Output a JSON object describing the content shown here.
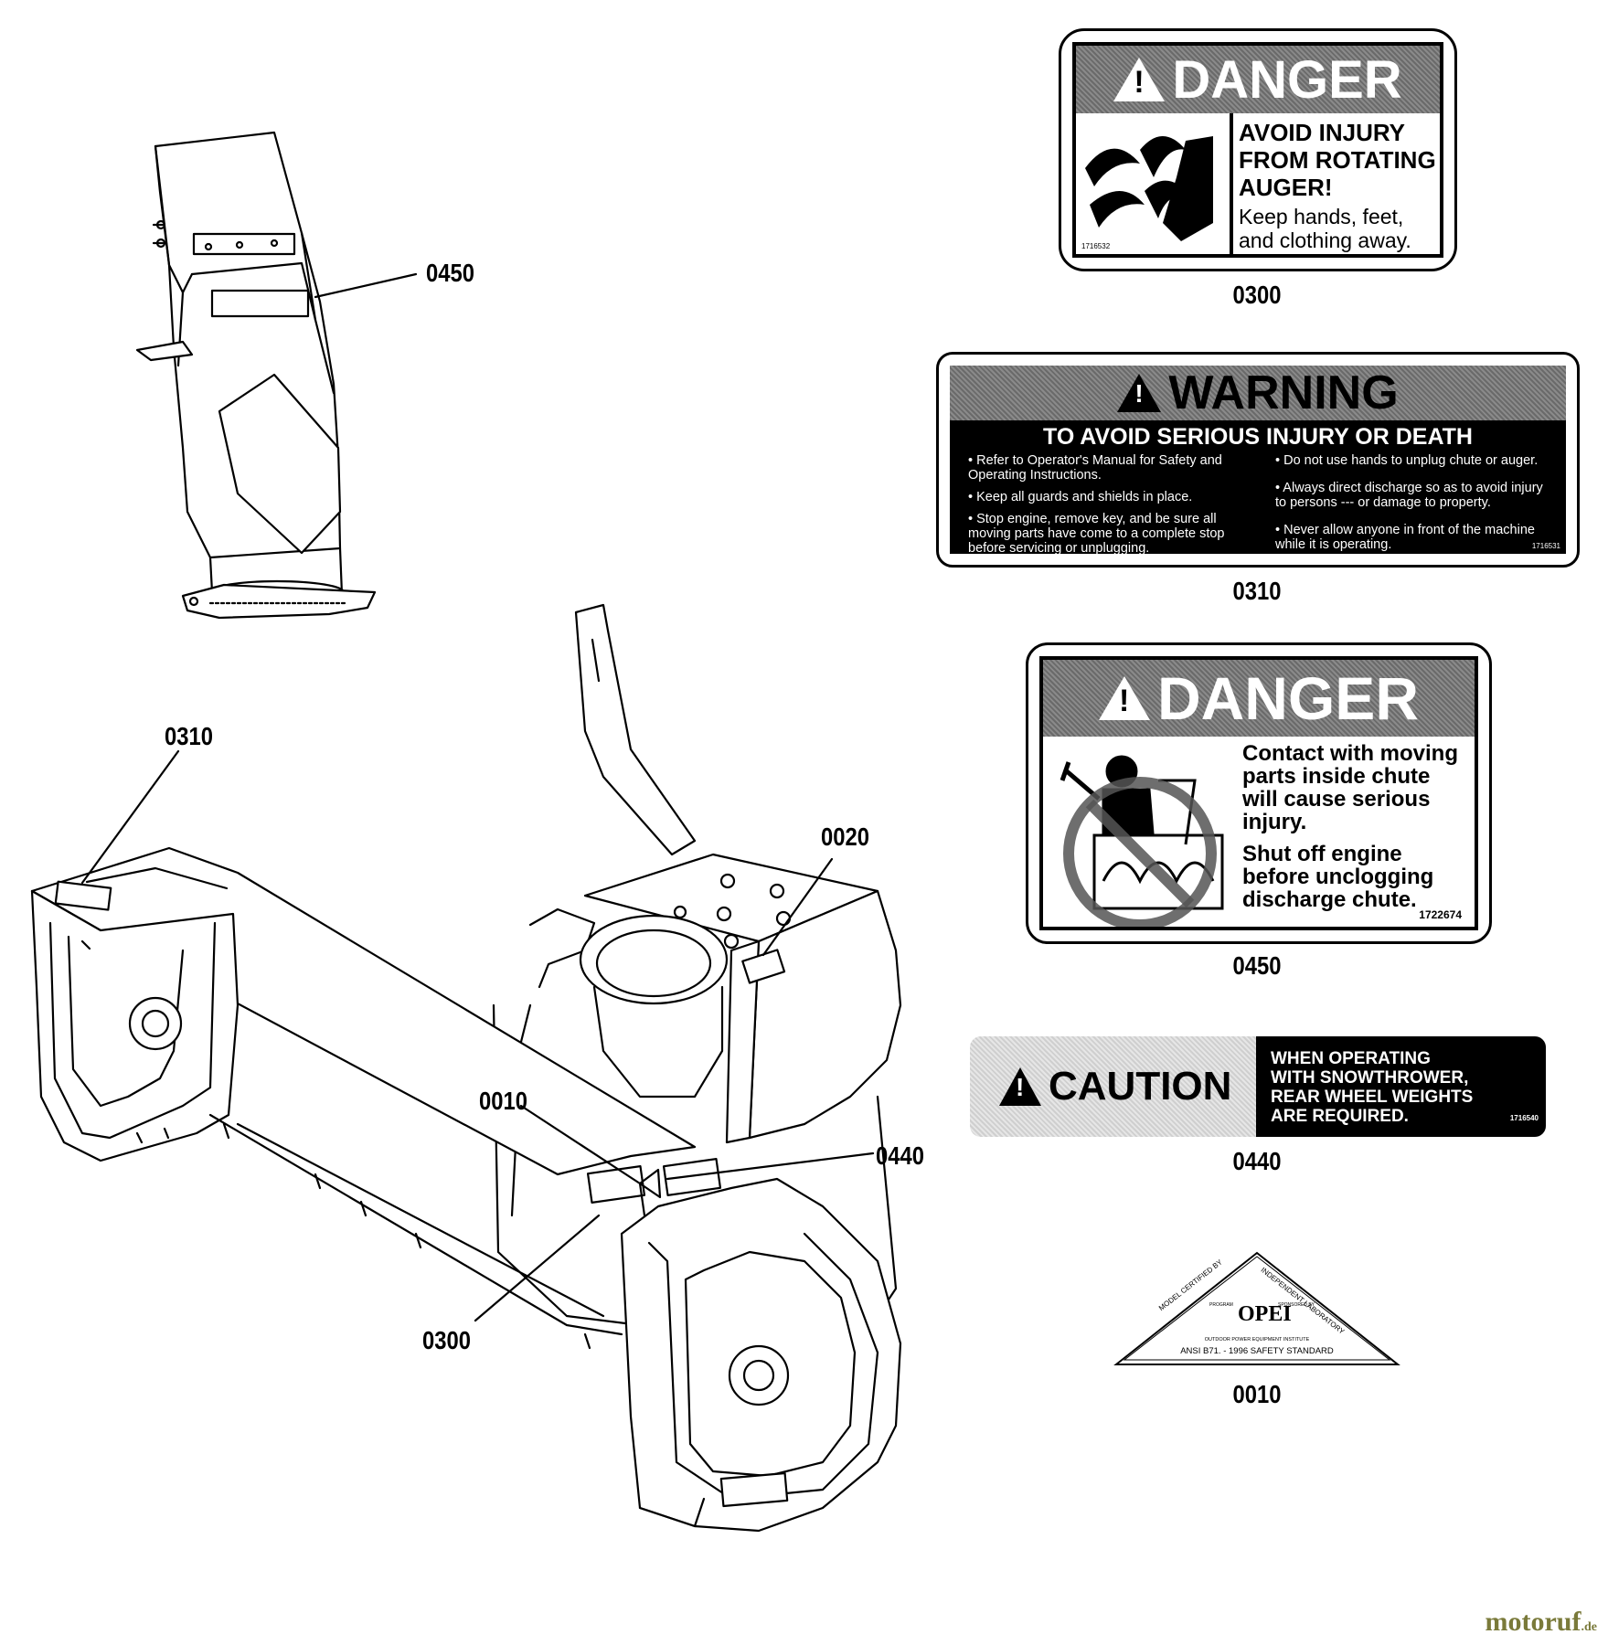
{
  "callouts": {
    "chute": "0450",
    "housing_left_decal": "0310",
    "handle_bracket": "0020",
    "front_decal": "0010",
    "side_decal": "0440",
    "lower_decal": "0300"
  },
  "decals": {
    "d300": {
      "header": "DANGER",
      "line1": "AVOID INJURY",
      "line2": "FROM ROTATING",
      "line3": "AUGER!",
      "line4": "Keep hands, feet,",
      "line5": "and clothing away.",
      "code": "1716532",
      "caption": "0300"
    },
    "d310": {
      "header": "WARNING",
      "title": "TO AVOID SERIOUS INJURY OR DEATH",
      "left1": "• Refer to Operator's Manual for Safety and Operating Instructions.",
      "left2": "• Keep all guards and shields in place.",
      "left3": "• Stop engine, remove key, and be sure all moving parts have come to a complete stop before servicing or unplugging.",
      "right1": "• Do not use hands to unplug chute or auger.",
      "right2": "• Always direct discharge so as to avoid injury to persons --- or damage to property.",
      "right3": "• Never allow anyone in front of the machine while it is operating.",
      "code": "1716531",
      "caption": "0310"
    },
    "d450": {
      "header": "DANGER",
      "line1": "Contact with moving",
      "line2": "parts inside chute",
      "line3": "will cause serious",
      "line4": "injury.",
      "line5": "Shut off engine",
      "line6": "before unclogging",
      "line7": "discharge chute.",
      "code": "1722674",
      "caption": "0450"
    },
    "d440": {
      "header": "CAUTION",
      "line1": "WHEN OPERATING",
      "line2": "WITH SNOWTHROWER,",
      "line3": "REAR  WHEEL WEIGHTS",
      "line4": "ARE REQUIRED.",
      "code": "1716540",
      "caption": "0440"
    },
    "d010": {
      "left_text": "MODEL CERTIFIED BY",
      "right_text": "INDEPENDENT LABORATORY",
      "program": "PROGRAM",
      "sponsored": "SPONSORED BY",
      "logo": "OPEI",
      "institute": "OUTDOOR POWER EQUIPMENT INSTITUTE",
      "standard": "ANSI B71. - 1996  SAFETY STANDARD",
      "caption": "0010"
    }
  },
  "watermark": {
    "name": "motoruf",
    "suffix": ".de"
  },
  "colors": {
    "ink": "#000000",
    "paper": "#ffffff",
    "header_gray": "#7a7a7a"
  }
}
